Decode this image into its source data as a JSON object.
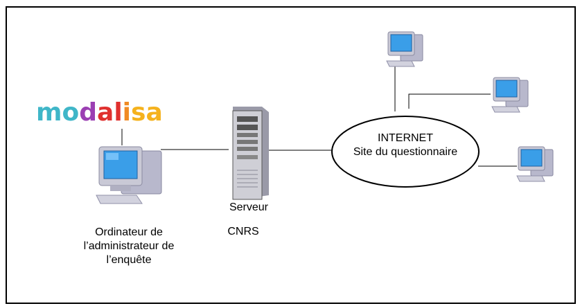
{
  "logo": {
    "letters": [
      {
        "char": "m",
        "color": "#3fb6c8"
      },
      {
        "char": "o",
        "color": "#3fb6c8"
      },
      {
        "char": "d",
        "color": "#9b3fb3"
      },
      {
        "char": "a",
        "color": "#e0302e"
      },
      {
        "char": "l",
        "color": "#e0302e"
      },
      {
        "char": "i",
        "color": "#f08a24"
      },
      {
        "char": "s",
        "color": "#f5b21d"
      },
      {
        "char": "a",
        "color": "#f5b21d"
      }
    ]
  },
  "nodes": {
    "admin": {
      "lines": [
        "Ordinateur de",
        "l’administrateur de",
        "l’enquête"
      ]
    },
    "server": {
      "label1": "Serveur",
      "label2": "CNRS"
    },
    "internet": {
      "line1": "INTERNET",
      "line2": "Site du questionnaire"
    }
  },
  "colors": {
    "screen": "#3a9ee8",
    "case": "#c9c9d6",
    "border": "#000000"
  }
}
